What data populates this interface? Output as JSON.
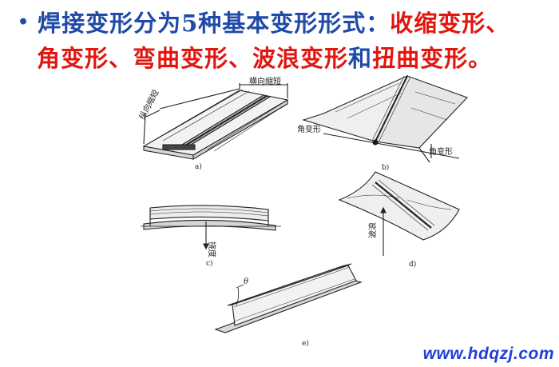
{
  "headline": {
    "bullet": "•",
    "lead": "焊接变形分为5种基本变形形式：",
    "shrink": "收缩变形、",
    "angular": "角变形、",
    "bending": "弯曲变形、",
    "wave": "波浪变形",
    "and": "和",
    "twist": "扭曲变形。"
  },
  "figure": {
    "a": {
      "caption": "a)",
      "transverse_label": "横向缩短",
      "longitudinal_label": "纵向缩短"
    },
    "b": {
      "caption": "b)",
      "angle_label_left": "角变形",
      "angle_label_right": "角变形"
    },
    "c": {
      "caption": "c)",
      "deflection_label": "挠度"
    },
    "d": {
      "caption": "d)",
      "wave_label": "波浪"
    },
    "e": {
      "caption": "e)",
      "theta_label": "θ"
    }
  },
  "watermark": "www.hdqzj.com"
}
